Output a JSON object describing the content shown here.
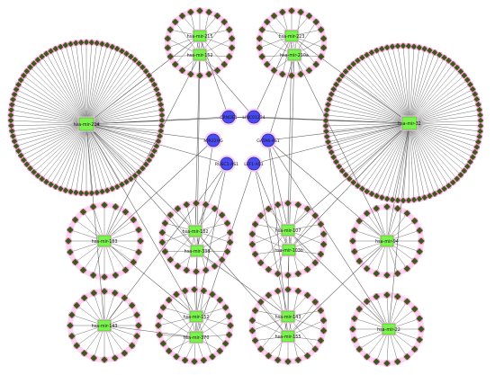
{
  "network": {
    "colors": {
      "mirna_fill": "#7cf24f",
      "mirna_stroke": "#45b226",
      "lncrna_fill": "#4b4cf0",
      "lncrna_stroke": "#2a2ab0",
      "target_fill": "#3a5a1a",
      "target_ring": "#ff9ad8",
      "target_halo": "#f6b6e6",
      "edge": "#4a4a4a"
    },
    "mirnas": [
      {
        "id": "m214",
        "label": "hsa-mir-214"
      },
      {
        "id": "m32",
        "label": "hsa-mir-32"
      },
      {
        "id": "m215",
        "label": "hsa-mir-215"
      },
      {
        "id": "m152a",
        "label": "hsa-mir-152"
      },
      {
        "id": "m223",
        "label": "hsa-mir-223"
      },
      {
        "id": "m210a",
        "label": "hsa-mir-210a"
      },
      {
        "id": "m182",
        "label": "hsa-mir-182"
      },
      {
        "id": "m338",
        "label": "hsa-mir-338"
      },
      {
        "id": "m183",
        "label": "hsa-mir-183"
      },
      {
        "id": "m107",
        "label": "hsa-mir-107"
      },
      {
        "id": "m103b",
        "label": "hsa-mir-103b"
      },
      {
        "id": "m94",
        "label": "hsa-mir-94"
      },
      {
        "id": "m143b",
        "label": "hsa-mir-143"
      },
      {
        "id": "m152b",
        "label": "hsa-mir-152"
      },
      {
        "id": "m370",
        "label": "hsa-mir-370"
      },
      {
        "id": "m143",
        "label": "hsa-mir-143"
      },
      {
        "id": "m155",
        "label": "hsa-mir-155"
      },
      {
        "id": "m22",
        "label": "hsa-mir-22"
      }
    ],
    "lncrnas": [
      {
        "id": "l1",
        "label": "CRNDE1"
      },
      {
        "id": "l2",
        "label": "LINC01234"
      },
      {
        "id": "l3",
        "label": "MIR22HG"
      },
      {
        "id": "l4",
        "label": "GATA6-AS1"
      },
      {
        "id": "l5",
        "label": "RUSC1-AS1"
      },
      {
        "id": "l6",
        "label": "LEF1-AS1"
      }
    ],
    "modules": [
      {
        "id": "A",
        "mirnas": [
          "m214"
        ],
        "targets": 90
      },
      {
        "id": "B",
        "mirnas": [
          "m32"
        ],
        "targets": 90
      },
      {
        "id": "C",
        "mirnas": [
          "m215",
          "m152a"
        ],
        "targets": 22
      },
      {
        "id": "D",
        "mirnas": [
          "m223",
          "m210a"
        ],
        "targets": 22
      },
      {
        "id": "E",
        "mirnas": [
          "m183"
        ],
        "targets": 20
      },
      {
        "id": "F",
        "mirnas": [
          "m182",
          "m338"
        ],
        "targets": 22
      },
      {
        "id": "G",
        "mirnas": [
          "m107",
          "m103b"
        ],
        "targets": 22
      },
      {
        "id": "H",
        "mirnas": [
          "m94"
        ],
        "targets": 20
      },
      {
        "id": "I",
        "mirnas": [
          "m143b"
        ],
        "targets": 20
      },
      {
        "id": "J",
        "mirnas": [
          "m152b",
          "m370"
        ],
        "targets": 24
      },
      {
        "id": "K",
        "mirnas": [
          "m143",
          "m155"
        ],
        "targets": 22
      },
      {
        "id": "L",
        "mirnas": [
          "m22"
        ],
        "targets": 20
      }
    ],
    "links": [
      [
        "m214",
        "l1"
      ],
      [
        "m214",
        "l3"
      ],
      [
        "m214",
        "l5"
      ],
      [
        "m214",
        "l2"
      ],
      [
        "m32",
        "l2"
      ],
      [
        "m32",
        "l4"
      ],
      [
        "m32",
        "l6"
      ],
      [
        "m32",
        "l1"
      ],
      [
        "m215",
        "l1"
      ],
      [
        "m152a",
        "l2"
      ],
      [
        "m223",
        "l2"
      ],
      [
        "m210a",
        "l4"
      ],
      [
        "m182",
        "l5"
      ],
      [
        "m338",
        "l3"
      ],
      [
        "m183",
        "l3"
      ],
      [
        "m107",
        "l4"
      ],
      [
        "m103b",
        "l6"
      ],
      [
        "m94",
        "l4"
      ],
      [
        "m143b",
        "l5"
      ],
      [
        "m152b",
        "l5"
      ],
      [
        "m370",
        "l6"
      ],
      [
        "m143",
        "l6"
      ],
      [
        "m155",
        "l4"
      ],
      [
        "m22",
        "l4"
      ],
      [
        "m214",
        "m182"
      ],
      [
        "m214",
        "m152b"
      ],
      [
        "m214",
        "m143b"
      ],
      [
        "m214",
        "m338"
      ],
      [
        "m32",
        "m94"
      ],
      [
        "m32",
        "m103b"
      ],
      [
        "m32",
        "m22"
      ],
      [
        "m32",
        "m107"
      ],
      [
        "m215",
        "m182"
      ],
      [
        "m152a",
        "m338"
      ],
      [
        "m223",
        "m107"
      ],
      [
        "m210a",
        "m103b"
      ],
      [
        "m183",
        "m152b"
      ],
      [
        "m338",
        "m370"
      ],
      [
        "m182",
        "m155"
      ],
      [
        "m107",
        "m22"
      ],
      [
        "m103b",
        "m143"
      ],
      [
        "m94",
        "m155"
      ],
      [
        "m143b",
        "m370"
      ],
      [
        "m338",
        "m143"
      ],
      [
        "m215",
        "m214"
      ],
      [
        "m223",
        "m32"
      ],
      [
        "m152a",
        "m183"
      ],
      [
        "m210a",
        "m94"
      ]
    ]
  }
}
